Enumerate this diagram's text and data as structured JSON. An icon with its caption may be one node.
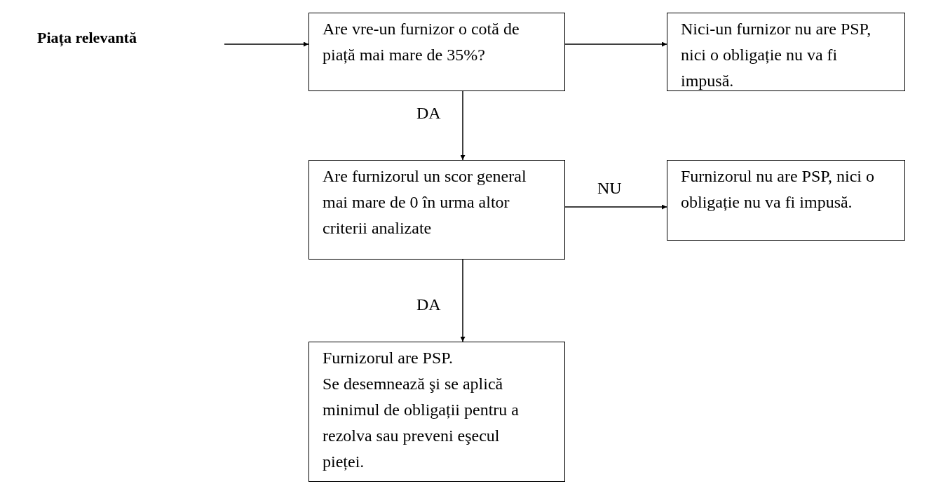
{
  "diagram": {
    "title": "Piața relevantă",
    "nodes": [
      {
        "text": [
          "Are vre-un furnizor o cotă de piață mai mare de 35%?"
        ]
      },
      {
        "text": [
          "Nici-un furnizor nu are PSP, nici o obligație nu va fi impusă."
        ]
      },
      {
        "text": [
          "Are furnizorul un scor general mai mare de 0 în urma altor criterii analizate"
        ]
      },
      {
        "text": [
          "Furnizorul nu are PSP, nici o obligație nu va fi impusă."
        ]
      },
      {
        "text": [
          "Furnizorul are PSP.",
          "Se desemnează şi se aplică minimul de obligații pentru a rezolva sau preveni eşecul pieței."
        ]
      }
    ],
    "edges": [
      {
        "from": null,
        "to": 0,
        "arrow": "to"
      },
      {
        "from": 0,
        "to": 1,
        "arrow": "to"
      },
      {
        "from": 0,
        "to": 2,
        "arrow": "to",
        "label": "DA"
      },
      {
        "from": 2,
        "to": 3,
        "arrow": "to",
        "label": "NU"
      },
      {
        "from": 2,
        "to": 4,
        "arrow": "to",
        "label": "DA"
      }
    ]
  }
}
